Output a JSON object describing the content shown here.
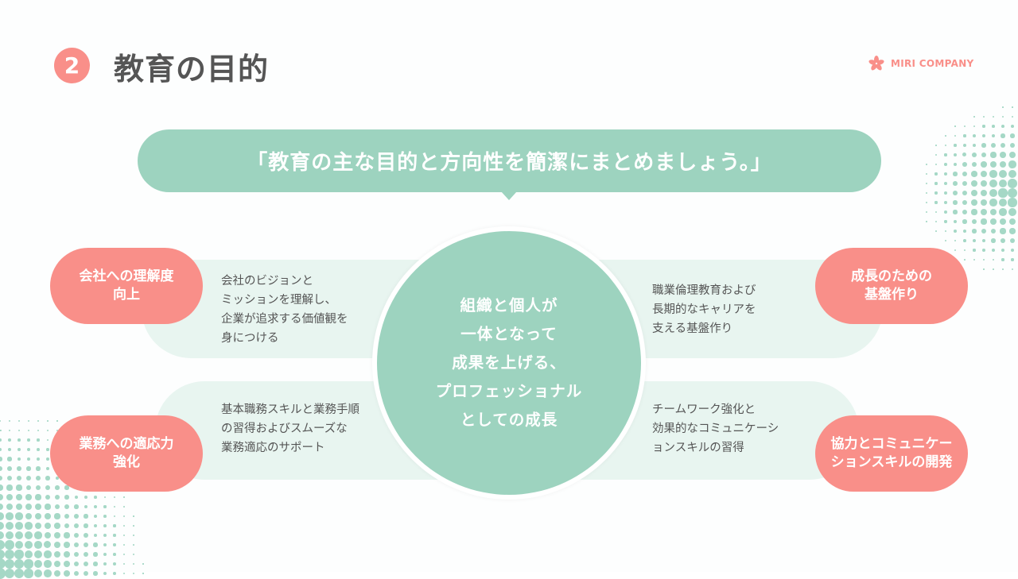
{
  "header": {
    "section_number": "2",
    "title": "教育の目的",
    "brand": {
      "icon": "flower-icon",
      "name": "MIRI COMPANY"
    }
  },
  "bubble": {
    "text": "「教育の主な目的と方向性を簡潔にまとめましょう。」"
  },
  "center": {
    "text": "組織と個人が\n一体となって\n成果を上げる、\nプロフェッショナル\nとしての成長"
  },
  "items": [
    {
      "position": "top-left",
      "label": "会社への理解度\n向上",
      "description": "会社のビジョンと\nミッションを理解し、\n企業が追求する価値観を\n身につける"
    },
    {
      "position": "bottom-left",
      "label": "業務への適応力\n強化",
      "description": "基本職務スキルと業務手順\nの習得およびスムーズな\n業務適応のサポート"
    },
    {
      "position": "top-right",
      "label": "成長のための\n基盤作り",
      "description": "職業倫理教育および\n長期的なキャリアを\n支える基盤作り"
    },
    {
      "position": "bottom-right",
      "label": "協力とコミュニケー\nションスキルの開発",
      "description": "チームワーク強化と\n効果的なコミュニケーシ\nョンスキルの習得"
    }
  ],
  "colors": {
    "accent_pink": "#f98f89",
    "accent_green": "#9dd3bf",
    "band_green": "#e8f5f0",
    "title_gray": "#555555"
  }
}
